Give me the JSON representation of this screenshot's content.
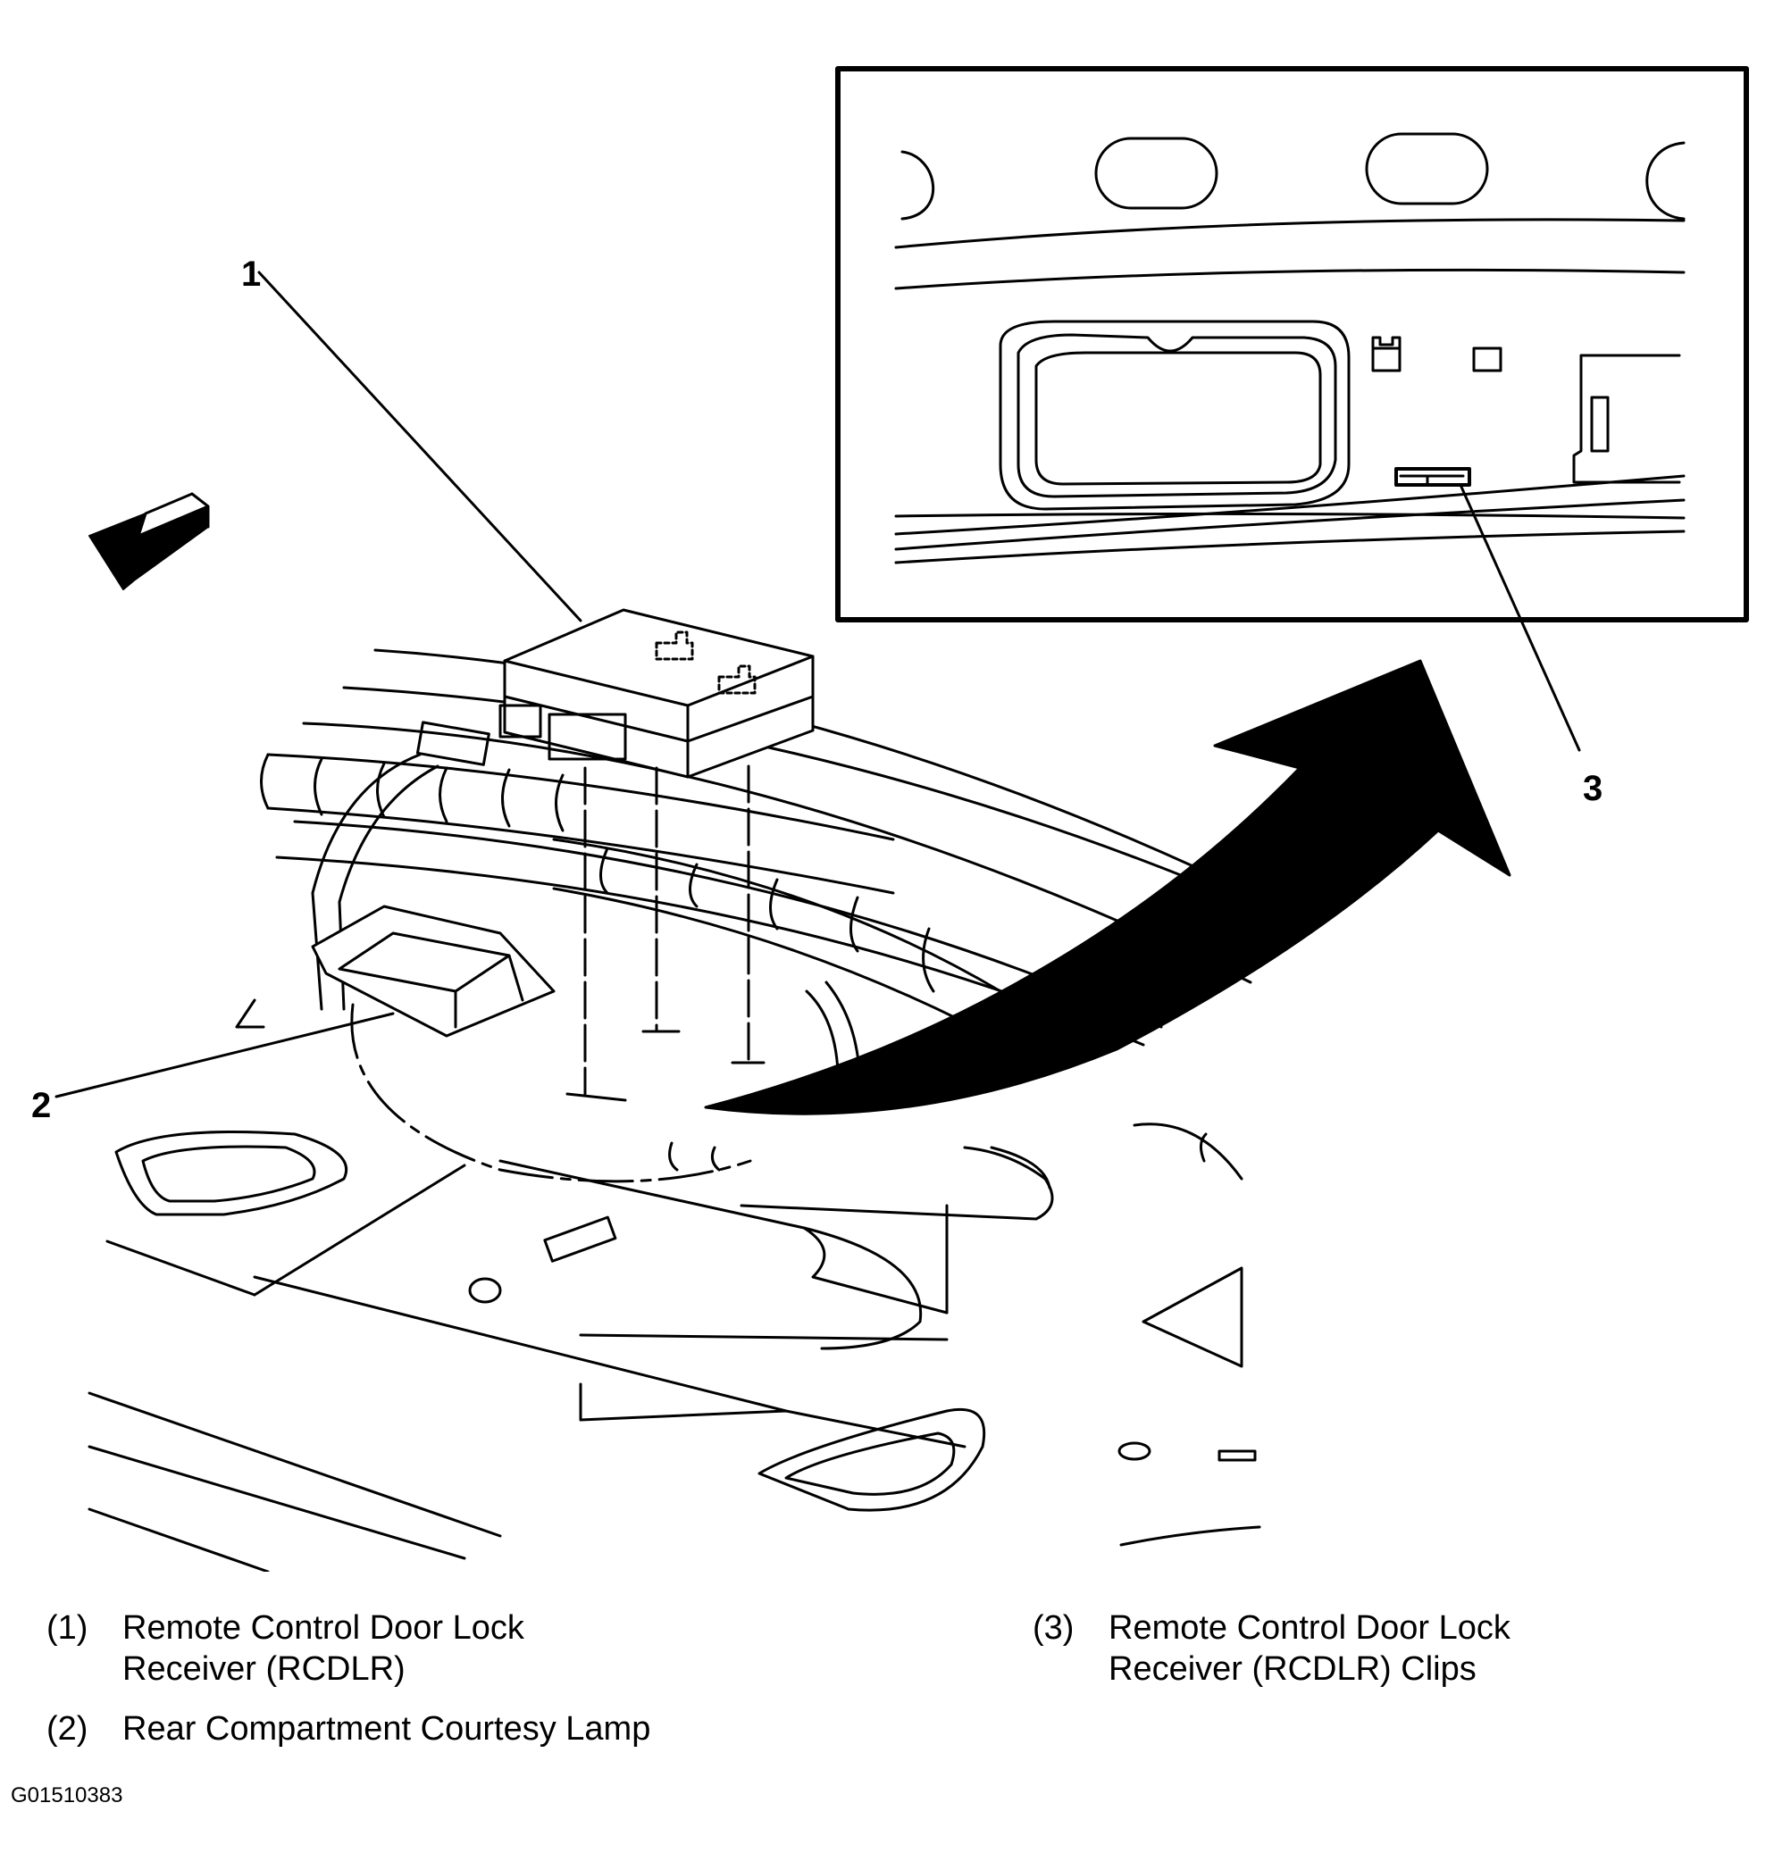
{
  "callouts": {
    "c1": "1",
    "c2": "2",
    "c3": "3"
  },
  "legend": [
    {
      "num": "(1)",
      "text": "Remote Control Door Lock\nReceiver (RCDLR)"
    },
    {
      "num": "(2)",
      "text": "Rear Compartment Courtesy Lamp"
    },
    {
      "num": "(3)",
      "text": "Remote Control Door Lock\nReceiver (RCDLR) Clips"
    }
  ],
  "figure_id": "G01510383",
  "icons": {
    "direction": "forward-arrow-icon",
    "transfer": "curved-arrow-icon"
  }
}
